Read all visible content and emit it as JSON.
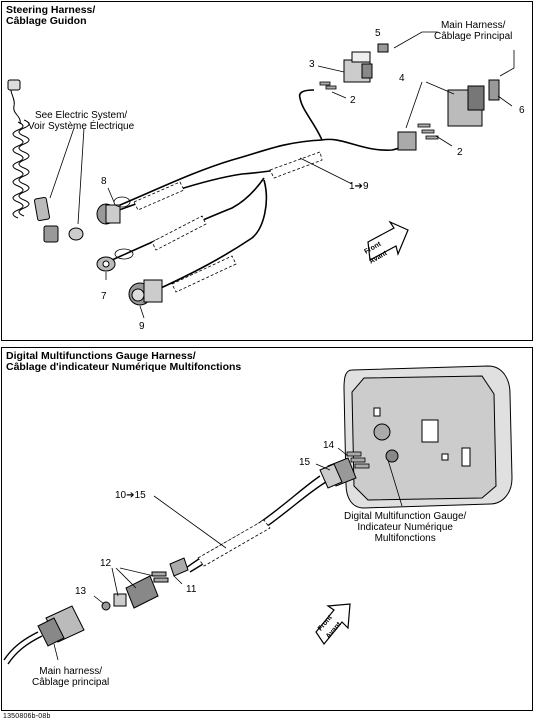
{
  "top_panel": {
    "title_line1": "Steering Harness/",
    "title_line2": "Câblage Guidon",
    "see_electric_line1": "See Electric System/",
    "see_electric_line2": "Voir Système Électrique",
    "main_harness_line1": "Main Harness/",
    "main_harness_line2": "Câblage Principal",
    "front_line1": "Front",
    "front_line2": "Avant",
    "callouts": [
      "5",
      "3",
      "2",
      "4",
      "6",
      "2",
      "8",
      "1➔9",
      "7",
      "9"
    ]
  },
  "bottom_panel": {
    "title_line1": "Digital Multifunctions Gauge Harness/",
    "title_line2": "Câblage d'indicateur Numérique Multifonctions",
    "gauge_line1": "Digital Multifunction Gauge/",
    "gauge_line2": "Indicateur Numérique",
    "gauge_line3": "Multifonctions",
    "main_harness_line1": "Main harness/",
    "main_harness_line2": "Câblage principal",
    "front_line1": "Front",
    "front_line2": "Avant",
    "callouts": [
      "14",
      "15",
      "10➔15",
      "12",
      "11",
      "13"
    ]
  },
  "footer": "1350806b-08b"
}
